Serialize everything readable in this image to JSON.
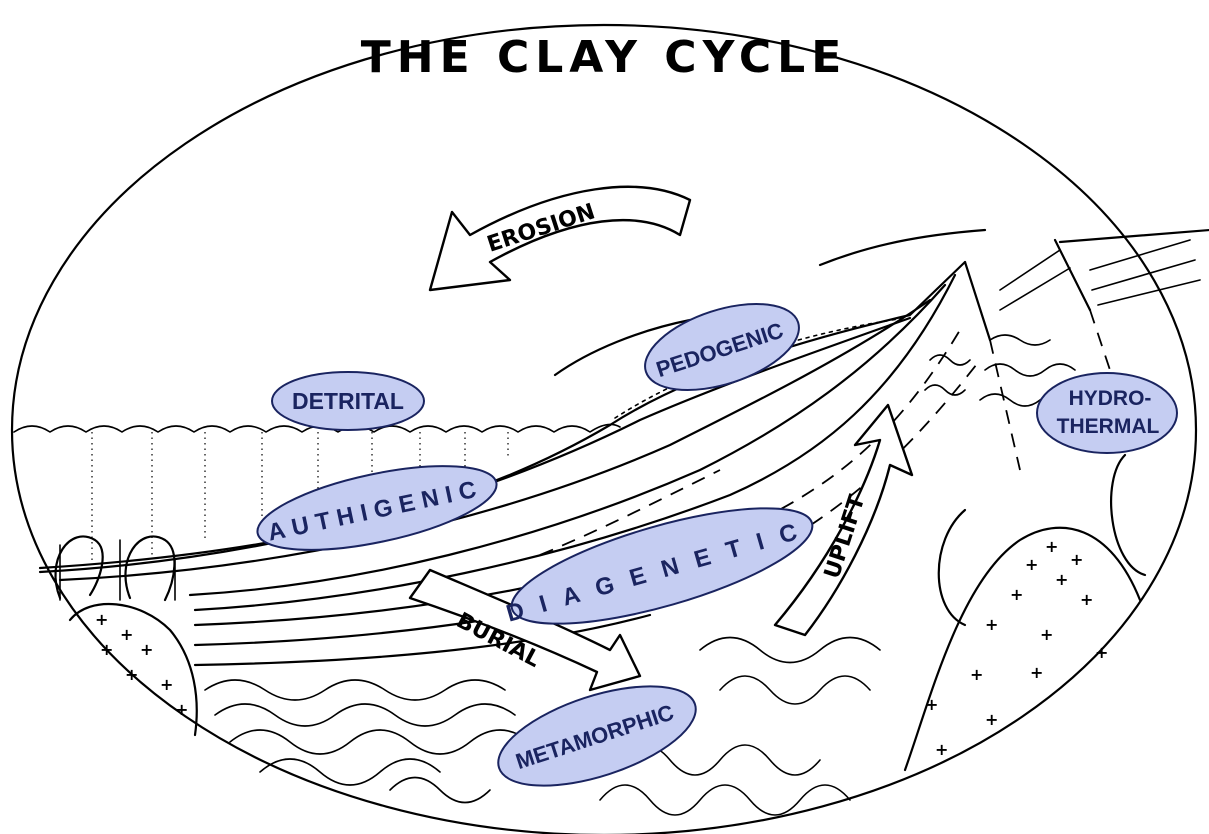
{
  "title": "THE CLAY CYCLE",
  "process_arrows": {
    "erosion": "EROSION",
    "burial": "BURIAL",
    "uplift": "UPLIFT"
  },
  "clay_types": {
    "pedogenic": "PEDOGENIC",
    "detrital": "DETRITAL",
    "authigenic": "AUTHIGENIC",
    "diagenetic": "DIAGENETIC",
    "metamorphic": "METAMORPHIC",
    "hydrothermal_line1": "HYDRO-",
    "hydrothermal_line2": "THERMAL"
  },
  "colors": {
    "bubble_fill": "#c5cdf2",
    "bubble_text": "#1a2460",
    "line": "#000000"
  }
}
